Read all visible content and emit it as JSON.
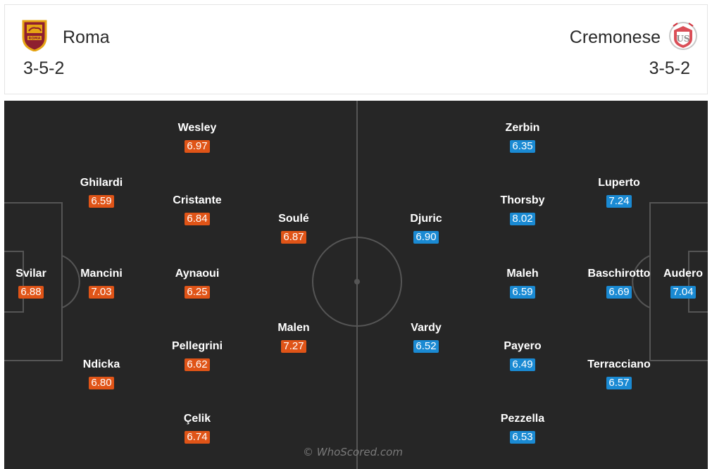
{
  "home": {
    "name": "Roma",
    "formation": "3-5-2",
    "crest_icon": "roma-crest-icon",
    "rating_color": "#e05417",
    "players": [
      {
        "id": "svilar",
        "name": "Svilar",
        "rating": "6.88"
      },
      {
        "id": "ghilardi",
        "name": "Ghilardi",
        "rating": "6.59"
      },
      {
        "id": "mancini",
        "name": "Mancini",
        "rating": "7.03"
      },
      {
        "id": "ndicka",
        "name": "Ndicka",
        "rating": "6.80"
      },
      {
        "id": "wesley",
        "name": "Wesley",
        "rating": "6.97"
      },
      {
        "id": "cristante",
        "name": "Cristante",
        "rating": "6.84"
      },
      {
        "id": "aynaoui",
        "name": "Aynaoui",
        "rating": "6.25"
      },
      {
        "id": "pellegrini",
        "name": "Pellegrini",
        "rating": "6.62"
      },
      {
        "id": "celik",
        "name": "Çelik",
        "rating": "6.74"
      },
      {
        "id": "soule",
        "name": "Soulé",
        "rating": "6.87"
      },
      {
        "id": "malen",
        "name": "Malen",
        "rating": "7.27"
      }
    ]
  },
  "away": {
    "name": "Cremonese",
    "formation": "3-5-2",
    "crest_icon": "cremonese-crest-icon",
    "rating_color": "#1a8ad3",
    "players": [
      {
        "id": "djuric",
        "name": "Djuric",
        "rating": "6.90"
      },
      {
        "id": "vardy",
        "name": "Vardy",
        "rating": "6.52"
      },
      {
        "id": "zerbin",
        "name": "Zerbin",
        "rating": "6.35"
      },
      {
        "id": "thorsby",
        "name": "Thorsby",
        "rating": "8.02"
      },
      {
        "id": "maleh",
        "name": "Maleh",
        "rating": "6.59"
      },
      {
        "id": "payero",
        "name": "Payero",
        "rating": "6.49"
      },
      {
        "id": "pezzella",
        "name": "Pezzella",
        "rating": "6.53"
      },
      {
        "id": "luperto",
        "name": "Luperto",
        "rating": "7.24"
      },
      {
        "id": "baschirotto",
        "name": "Baschirotto",
        "rating": "6.69"
      },
      {
        "id": "terracciano",
        "name": "Terracciano",
        "rating": "6.57"
      },
      {
        "id": "audero",
        "name": "Audero",
        "rating": "7.04"
      }
    ]
  },
  "watermark": "© WhoScored.com"
}
